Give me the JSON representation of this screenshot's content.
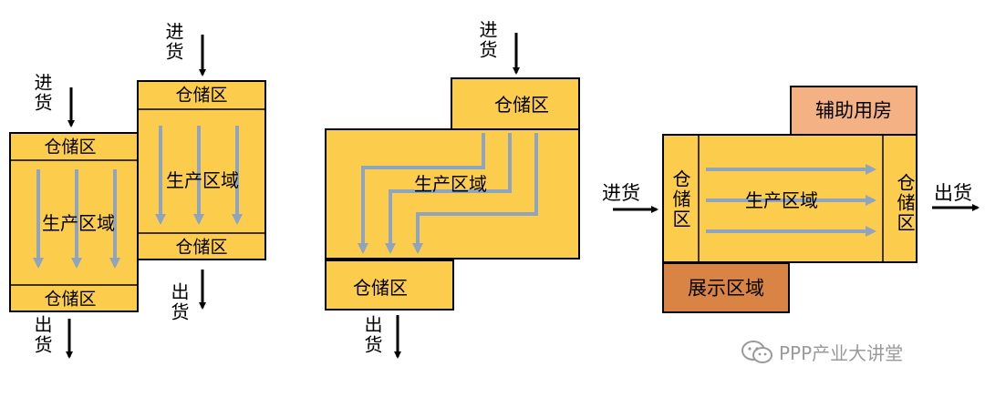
{
  "labels": {
    "storage": "仓储区",
    "production": "生产区域",
    "incoming": "进货",
    "outgoing": "出货",
    "auxiliary": "辅助用房",
    "display": "展示区域"
  },
  "colors": {
    "yellow": "#FCCD4C",
    "orange_light": "#F4B183",
    "orange_dark": "#D98344",
    "flow_arrow": "#8EA4BF",
    "line": "#000000"
  },
  "watermark": {
    "text": "PPP产业大讲堂",
    "icon": "wechat-icon"
  }
}
